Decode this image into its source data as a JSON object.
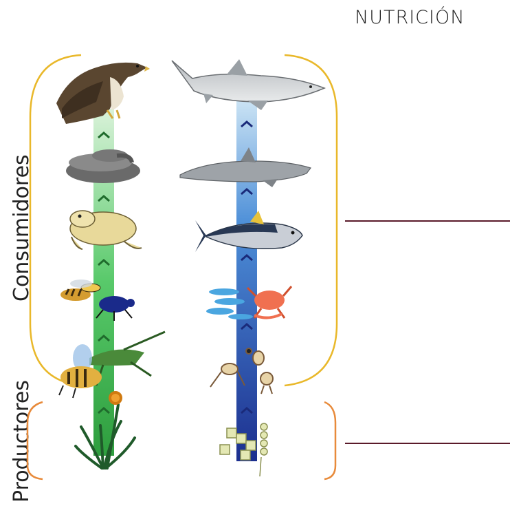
{
  "heading": "NUTRICIÓN",
  "labels": {
    "consumers": "Consumidores",
    "producers": "Productores"
  },
  "colors": {
    "consumer_bracket": "#e9b82a",
    "producer_bracket": "#e88a3a",
    "terrestrial_column": "#3bbf5a",
    "marine_column": "#2a48b0",
    "answer_line": "#5a1a2a"
  },
  "terrestrial_chain": [
    "hawk-icon",
    "snake-icon",
    "toad-icon",
    "wasp-and-beetle-icon",
    "grasshopper-and-bee-icon",
    "grass-plant-icon"
  ],
  "marine_chain": [
    "shark-icon",
    "dolphin-icon",
    "tuna-icon",
    "krill-and-crab-icon",
    "zooplankton-icon",
    "phytoplankton-icon"
  ]
}
